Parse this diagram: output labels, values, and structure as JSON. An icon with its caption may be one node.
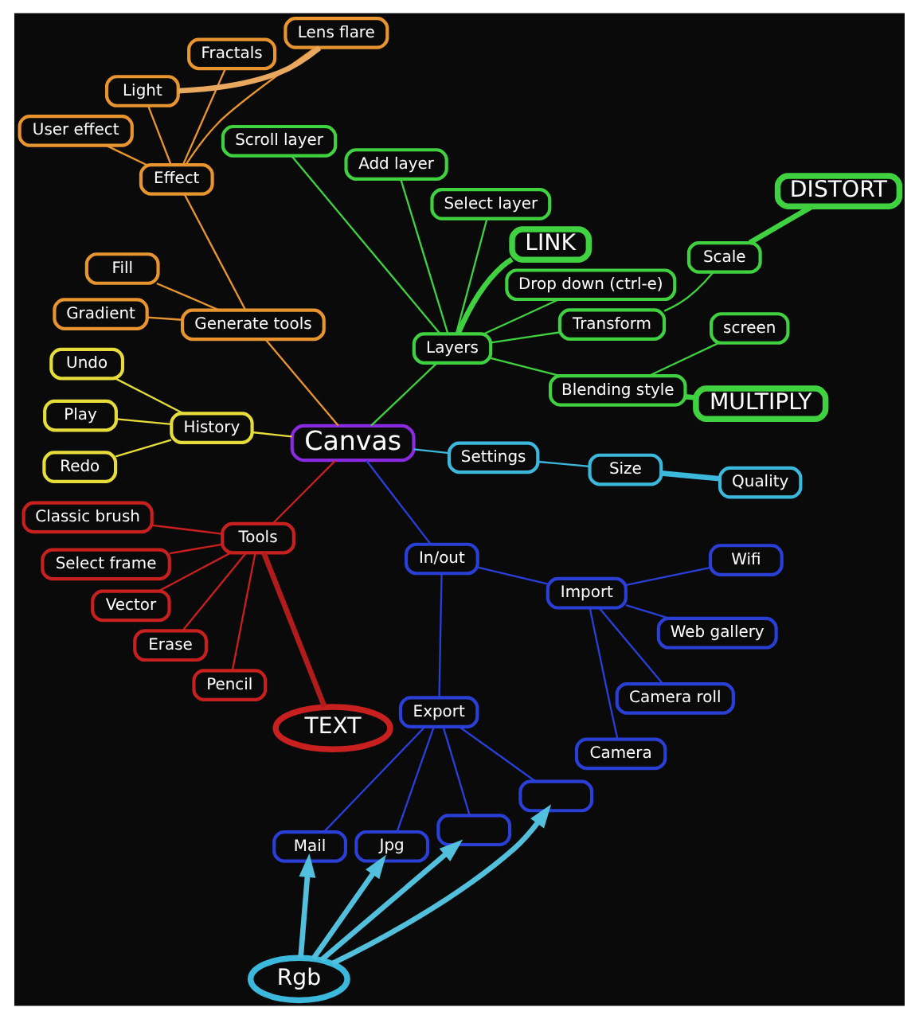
{
  "diagram": {
    "nodes": [
      {
        "text": [
          "Canvas"
        ]
      },
      {
        "text": [
          "Layers"
        ]
      },
      {
        "text": [
          "Blending style"
        ]
      },
      {
        "text": [
          "MULTIPLY"
        ]
      },
      {
        "text": [
          "screen"
        ]
      },
      {
        "text": [
          "Transform"
        ]
      },
      {
        "text": [
          "Scale"
        ]
      },
      {
        "text": [
          "DISTORT"
        ]
      },
      {
        "text": [
          "Drop down (ctrl-e)"
        ]
      },
      {
        "text": [
          "LINK"
        ]
      },
      {
        "text": [
          "Select layer"
        ]
      },
      {
        "text": [
          "Add layer"
        ]
      },
      {
        "text": [
          "Scroll layer"
        ]
      },
      {
        "text": [
          "Generate tools"
        ]
      },
      {
        "text": [
          "Effect"
        ]
      },
      {
        "text": [
          "Lens flare"
        ]
      },
      {
        "text": [
          "Fractals"
        ]
      },
      {
        "text": [
          "Light"
        ]
      },
      {
        "text": [
          "User effect"
        ]
      },
      {
        "text": [
          "Fill"
        ]
      },
      {
        "text": [
          "Gradient"
        ]
      },
      {
        "text": [
          "History"
        ]
      },
      {
        "text": [
          "Undo"
        ]
      },
      {
        "text": [
          "Play"
        ]
      },
      {
        "text": [
          "Redo"
        ]
      },
      {
        "text": [
          "Tools"
        ]
      },
      {
        "text": [
          "Classic brush"
        ]
      },
      {
        "text": [
          "Select frame"
        ]
      },
      {
        "text": [
          "Vector"
        ]
      },
      {
        "text": [
          "Erase"
        ]
      },
      {
        "text": [
          "Pencil"
        ]
      },
      {
        "text": [
          "TEXT"
        ]
      },
      {
        "text": [
          "In/out"
        ]
      },
      {
        "text": [
          "Export"
        ]
      },
      {
        "text": [
          "Mail"
        ]
      },
      {
        "text": [
          "Jpg"
        ]
      },
      {
        "text": [],
        "shape": "box"
      },
      {
        "text": [],
        "shape": "box"
      },
      {
        "text": [
          "Import"
        ]
      },
      {
        "text": [
          "Camera"
        ]
      },
      {
        "text": [
          "Camera roll"
        ]
      },
      {
        "text": [
          "Web gallery"
        ]
      },
      {
        "text": [
          "Wifi"
        ]
      },
      {
        "text": [
          "Settings"
        ]
      },
      {
        "text": [
          "Size"
        ]
      },
      {
        "text": [
          "Quality"
        ]
      },
      {
        "text": [
          "Rgb"
        ]
      }
    ],
    "edges": [
      {
        "from": 0,
        "to": 1,
        "arrow": "none"
      },
      {
        "from": 1,
        "to": 2,
        "arrow": "none"
      },
      {
        "from": 2,
        "to": 3,
        "arrow": "none",
        "style": "thick"
      },
      {
        "from": 2,
        "to": 4,
        "arrow": "none"
      },
      {
        "from": 1,
        "to": 5,
        "arrow": "none"
      },
      {
        "from": 5,
        "to": 6,
        "arrow": "none"
      },
      {
        "from": 6,
        "to": 7,
        "arrow": "none",
        "style": "thick"
      },
      {
        "from": 1,
        "to": 8,
        "arrow": "none"
      },
      {
        "from": 1,
        "to": 9,
        "arrow": "none",
        "style": "thick"
      },
      {
        "from": 1,
        "to": 10,
        "arrow": "none"
      },
      {
        "from": 1,
        "to": 11,
        "arrow": "none"
      },
      {
        "from": 1,
        "to": 12,
        "arrow": "none"
      },
      {
        "from": 0,
        "to": 13,
        "arrow": "none",
        "color": "#e8952f"
      },
      {
        "from": 13,
        "to": 14,
        "arrow": "none",
        "color": "#e8952f"
      },
      {
        "from": 14,
        "to": 15,
        "arrow": "none",
        "color": "#e8952f"
      },
      {
        "from": 14,
        "to": 16,
        "arrow": "none",
        "color": "#e8952f"
      },
      {
        "from": 14,
        "to": 17,
        "arrow": "none",
        "color": "#e8952f"
      },
      {
        "from": 14,
        "to": 18,
        "arrow": "none",
        "color": "#e8952f"
      },
      {
        "from": 15,
        "to": 17,
        "arrow": "none",
        "style": "thick",
        "color": "#e8a860"
      },
      {
        "from": 13,
        "to": 19,
        "arrow": "none",
        "color": "#e8952f"
      },
      {
        "from": 13,
        "to": 20,
        "arrow": "none",
        "color": "#e8952f"
      },
      {
        "from": 0,
        "to": 21,
        "arrow": "none",
        "color": "#e6dc3a"
      },
      {
        "from": 21,
        "to": 22,
        "arrow": "none",
        "color": "#e6dc3a"
      },
      {
        "from": 21,
        "to": 23,
        "arrow": "none",
        "color": "#e6dc3a"
      },
      {
        "from": 21,
        "to": 24,
        "arrow": "none",
        "color": "#e6dc3a"
      },
      {
        "from": 0,
        "to": 25,
        "arrow": "none",
        "color": "#c8201f"
      },
      {
        "from": 25,
        "to": 26,
        "arrow": "none",
        "color": "#c8201f"
      },
      {
        "from": 25,
        "to": 27,
        "arrow": "none",
        "color": "#c8201f"
      },
      {
        "from": 25,
        "to": 28,
        "arrow": "none",
        "color": "#c8201f"
      },
      {
        "from": 25,
        "to": 29,
        "arrow": "none",
        "color": "#c8201f"
      },
      {
        "from": 25,
        "to": 30,
        "arrow": "none",
        "color": "#c8201f"
      },
      {
        "from": 25,
        "to": 31,
        "arrow": "none",
        "style": "thick",
        "color": "#b01c1c"
      },
      {
        "from": 0,
        "to": 32,
        "arrow": "none",
        "color": "#2a3fd6"
      },
      {
        "from": 32,
        "to": 33,
        "arrow": "none",
        "color": "#2a3fd6"
      },
      {
        "from": 33,
        "to": 34,
        "arrow": "none",
        "color": "#2a3fd6"
      },
      {
        "from": 33,
        "to": 35,
        "arrow": "none",
        "color": "#2a3fd6"
      },
      {
        "from": 33,
        "to": 36,
        "arrow": "none",
        "color": "#2a3fd6"
      },
      {
        "from": 33,
        "to": 37,
        "arrow": "none",
        "color": "#2a3fd6"
      },
      {
        "from": 32,
        "to": 38,
        "arrow": "none",
        "color": "#2a3fd6"
      },
      {
        "from": 38,
        "to": 39,
        "arrow": "none",
        "color": "#2a3fd6"
      },
      {
        "from": 38,
        "to": 40,
        "arrow": "none",
        "color": "#2a3fd6"
      },
      {
        "from": 38,
        "to": 41,
        "arrow": "none",
        "color": "#2a3fd6"
      },
      {
        "from": 38,
        "to": 42,
        "arrow": "none",
        "color": "#2a3fd6"
      },
      {
        "from": 0,
        "to": 43,
        "arrow": "none",
        "color": "#3bb8dc"
      },
      {
        "from": 43,
        "to": 44,
        "arrow": "none",
        "color": "#3bb8dc"
      },
      {
        "from": 44,
        "to": 45,
        "arrow": "none",
        "style": "thick",
        "color": "#3bb8dc"
      },
      {
        "from": 46,
        "to": 34,
        "arrow": "to",
        "style": "thick",
        "color": "#52c0dd"
      },
      {
        "from": 46,
        "to": 35,
        "arrow": "to",
        "style": "thick",
        "color": "#52c0dd"
      },
      {
        "from": 46,
        "to": 36,
        "arrow": "to",
        "style": "thick",
        "color": "#52c0dd"
      },
      {
        "from": 46,
        "to": 37,
        "arrow": "to",
        "style": "thick",
        "color": "#52c0dd"
      }
    ]
  }
}
